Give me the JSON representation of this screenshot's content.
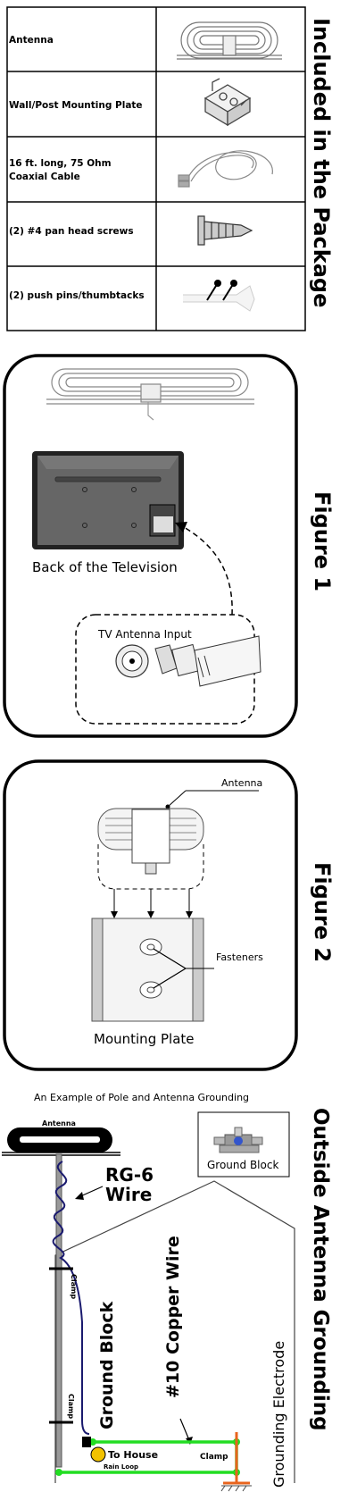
{
  "package": {
    "title": "Included in the Package",
    "items": [
      {
        "label": "Antenna",
        "icon": "flat-antenna-icon"
      },
      {
        "label": "Wall/Post Mounting Plate",
        "icon": "mounting-plate-icon"
      },
      {
        "label_line1": "16 ft. long, 75 Ohm",
        "label_line2": "Coaxial Cable",
        "icon": "coaxial-cable-icon"
      },
      {
        "label": "(2) #4 pan head screws",
        "icon": "screw-icon"
      },
      {
        "label": "(2) push pins/thumbtacks",
        "icon": "push-pin-icon"
      }
    ]
  },
  "figure1": {
    "title": "Figure 1",
    "tv_label": "Back of the Television",
    "input_label": "TV Antenna Input"
  },
  "figure2": {
    "title": "Figure 2",
    "antenna_label": "Antenna",
    "fasteners_label": "Fasteners",
    "plate_label": "Mounting Plate"
  },
  "grounding": {
    "title": "Outside Antenna Grounding",
    "caption": "An Example of Pole and Antenna Grounding",
    "antenna_label": "Antenna",
    "ground_block_box_label": "Ground Block",
    "rg6_line1": "RG-6",
    "rg6_line2": "Wire",
    "ground_block_label": "Ground Block",
    "clamp_label": "Clamp",
    "copper_wire_label": "#10 Copper Wire",
    "electrode_label": "Grounding Electrode",
    "to_house_label": "To House",
    "rain_loop_label": "Rain Loop"
  },
  "colors": {
    "green_wire": "#22dd22",
    "orange_electrode": "#e8641e",
    "navy_cable": "#1a1a6e",
    "yellow_loop": "#f2c200",
    "tv_gray": "#555555"
  }
}
